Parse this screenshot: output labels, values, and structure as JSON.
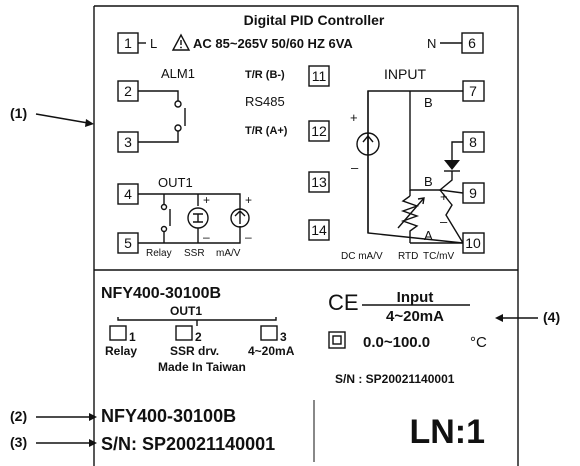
{
  "label": {
    "title": "Digital PID Controller",
    "power_l": "L",
    "power_spec": "AC 85~265V 50/60 HZ  6VA",
    "power_n": "N",
    "alm1": "ALM1",
    "out1": "OUT1",
    "relay": "Relay",
    "ssr": "SSR",
    "mav": "mA/V",
    "trb": "T/R (B-)",
    "rs485": "RS485",
    "tra": "T/R (A+)",
    "input": "INPUT",
    "b_top": "B",
    "b_mid": "B",
    "a_low": "A",
    "dc_mav": "DC mA/V",
    "rtd": "RTD",
    "tc_mv": "TC/mV",
    "plus": "+",
    "minus": "–",
    "terminals": [
      "1",
      "2",
      "3",
      "4",
      "5",
      "6",
      "7",
      "8",
      "9",
      "10",
      "11",
      "12",
      "13",
      "14"
    ]
  },
  "lower": {
    "model": "NFY400-30100B",
    "out1_heading": "OUT1",
    "out_options": [
      {
        "num": "1",
        "text": "Relay"
      },
      {
        "num": "2",
        "text": "SSR drv."
      },
      {
        "num": "3",
        "text": "4~20mA"
      }
    ],
    "made_in": "Made In Taiwan",
    "ce_mark": "CE",
    "input_heading": "Input",
    "input_signal": "4~20mA",
    "range": "0.0~100.0",
    "unit": "°C",
    "serial_small": "S/N : SP20021140001"
  },
  "bottom": {
    "model": "NFY400-30100B",
    "serial": "S/N: SP20021140001",
    "ln": "LN:1"
  },
  "callouts": [
    "(1)",
    "(2)",
    "(3)",
    "(4)"
  ]
}
